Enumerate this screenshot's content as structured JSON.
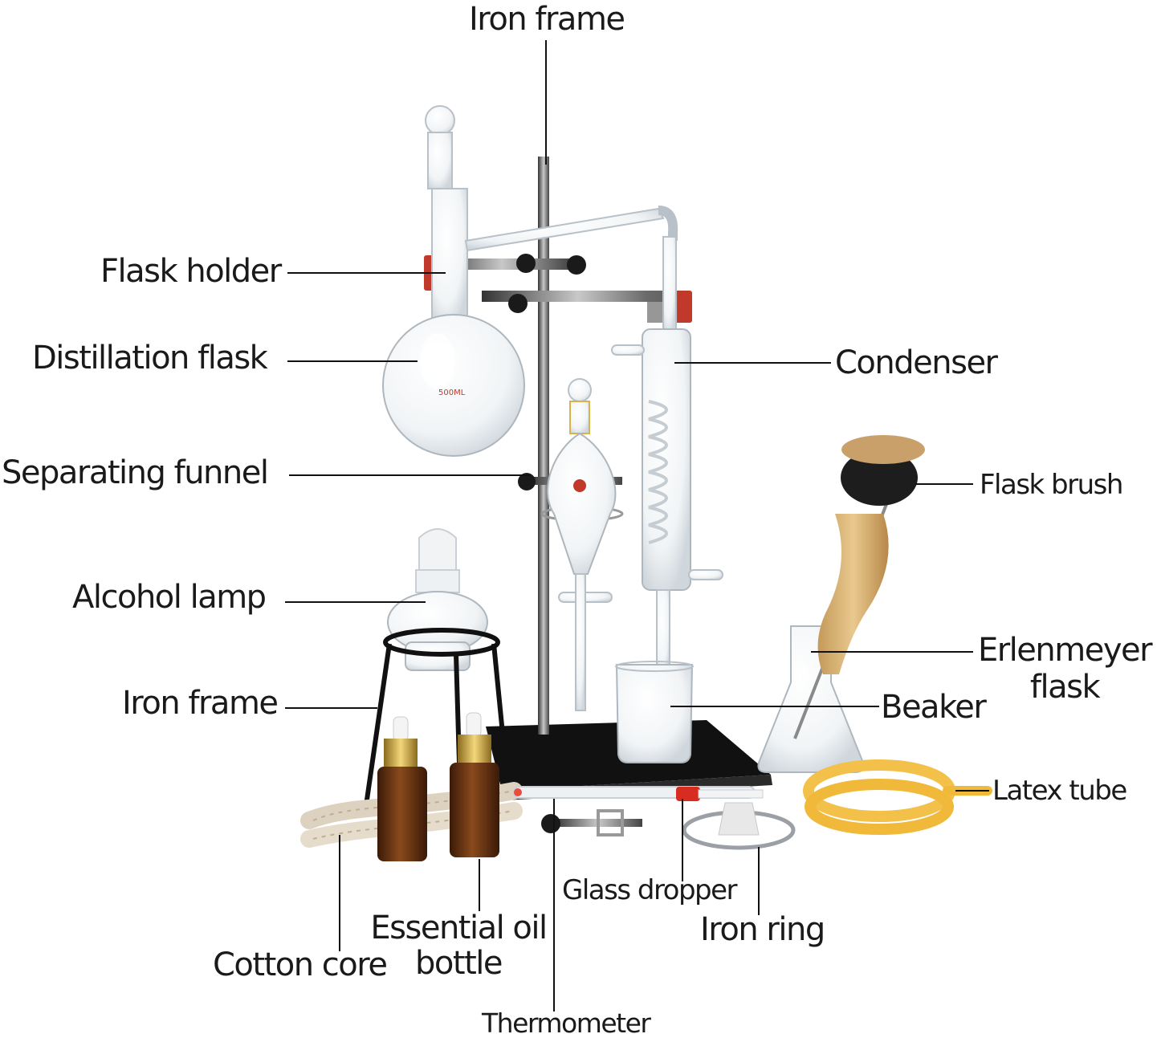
{
  "labels": {
    "iron_frame_top": "Iron frame",
    "flask_holder": "Flask holder",
    "distillation_flask": "Distillation flask",
    "separating_funnel": "Separating funnel",
    "alcohol_lamp": "Alcohol lamp",
    "iron_frame_lower": "Iron frame",
    "condenser": "Condenser",
    "flask_brush": "Flask brush",
    "erlenmeyer_line1": "Erlenmeyer",
    "erlenmeyer_line2": "flask",
    "beaker": "Beaker",
    "latex_tube": "Latex tube",
    "glass_dropper": "Glass dropper",
    "iron_ring": "Iron ring",
    "essential_oil_line1": "Essential oil",
    "essential_oil_line2": "bottle",
    "cotton_core": "Cotton core",
    "thermometer": "Thermometer"
  },
  "flask_marking": "500ML"
}
